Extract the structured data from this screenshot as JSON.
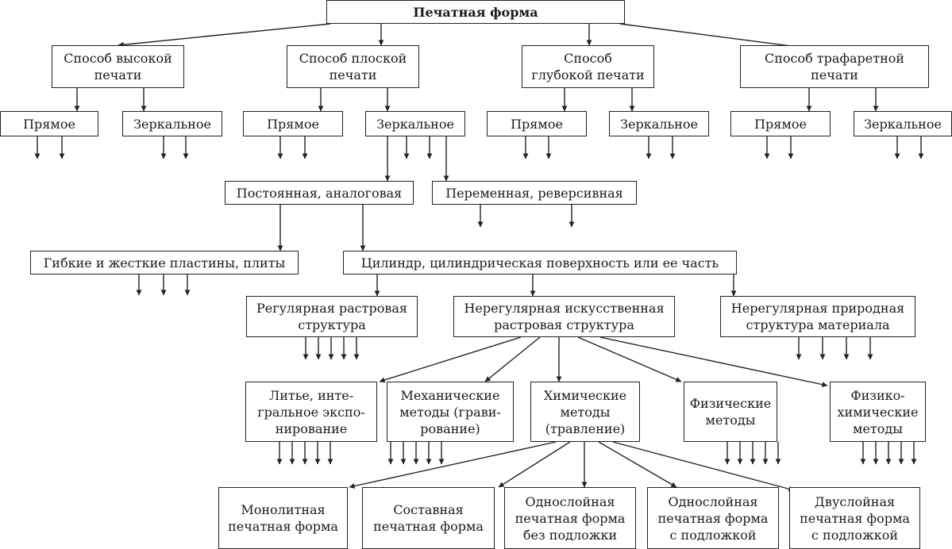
{
  "diagram": {
    "root": "Печатная форма",
    "methods": {
      "relief": "Способ высокой\nпечати",
      "flat": "Способ плоской\nпечати",
      "gravure": "Способ\nглубокой печати",
      "stencil": "Способ трафаретной\nпечати"
    },
    "direct_label": "Прямое",
    "mirror_label": "Зеркальное",
    "permanent": "Постоянная, аналоговая",
    "variable": "Переменная, реверсивная",
    "plates": "Гибкие и жесткие пластины, плиты",
    "cylinder": "Цилиндр, цилиндрическая поверхность или ее часть",
    "regular": "Регулярная растровая\nструктура",
    "irregular_artificial": "Нерегулярная искусственная\nрастровая структура",
    "irregular_natural": "Нерегулярная природная\nструктура материала",
    "casting": "Литье, инте-\nгральное экспо-\nнирование",
    "mechanical": "Механические\nметоды (грави-\nрование)",
    "chemical": "Химические\nметоды\n(травление)",
    "physical": "Физические\nметоды",
    "physchem": "Физико-\nхимические\nметоды",
    "monolithic": "Монолитная\nпечатная форма",
    "composite": "Составная\nпечатная форма",
    "single_no_base": "Однослойная\nпечатная форма\nбез подложки",
    "single_base": "Однослойная\nпечатная форма\nс подложкой",
    "double_base": "Двуслойная\nпечатная форма\nс подложкой"
  }
}
